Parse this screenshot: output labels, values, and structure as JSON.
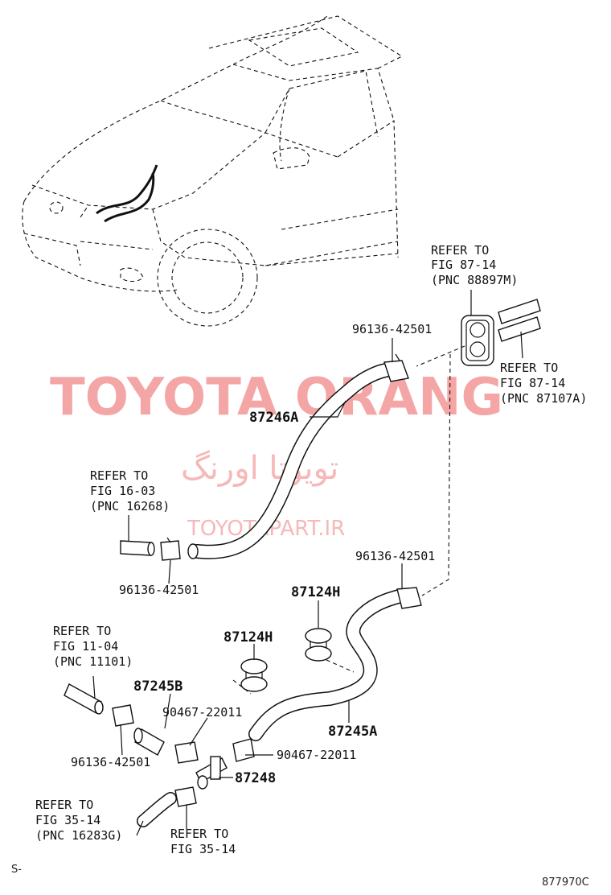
{
  "watermark": {
    "brand": "TOYOTA ORANG",
    "persian": "تویوتا اورنگ",
    "url": "TOYOTAPART.IR"
  },
  "refs": {
    "r1": [
      "REFER TO",
      "FIG 87-14",
      "(PNC 88897M)"
    ],
    "r2": [
      "REFER TO",
      "FIG 87-14",
      "(PNC 87107A)"
    ],
    "r3": [
      "REFER TO",
      "FIG 16-03",
      "(PNC 16268)"
    ],
    "r4": [
      "REFER TO",
      "FIG 11-04",
      "(PNC 11101)"
    ],
    "r5": [
      "REFER TO",
      "FIG 35-14",
      "(PNC 16283G)"
    ],
    "r6": [
      "REFER TO",
      "FIG 35-14"
    ]
  },
  "parts": {
    "clamp_top": "96136-42501",
    "hose_a": "87246A",
    "clamp_mid_left": "96136-42501",
    "clamp_mid_right": "96136-42501",
    "valve_upper": "87124H",
    "valve_lower": "87124H",
    "hose_b": "87245B",
    "clip_left": "90467-22011",
    "hose_a2": "87245A",
    "clamp_low_left": "96136-42501",
    "clip_right": "90467-22011",
    "joint": "87248"
  },
  "footer": {
    "left": "S-",
    "code": "877970C"
  }
}
